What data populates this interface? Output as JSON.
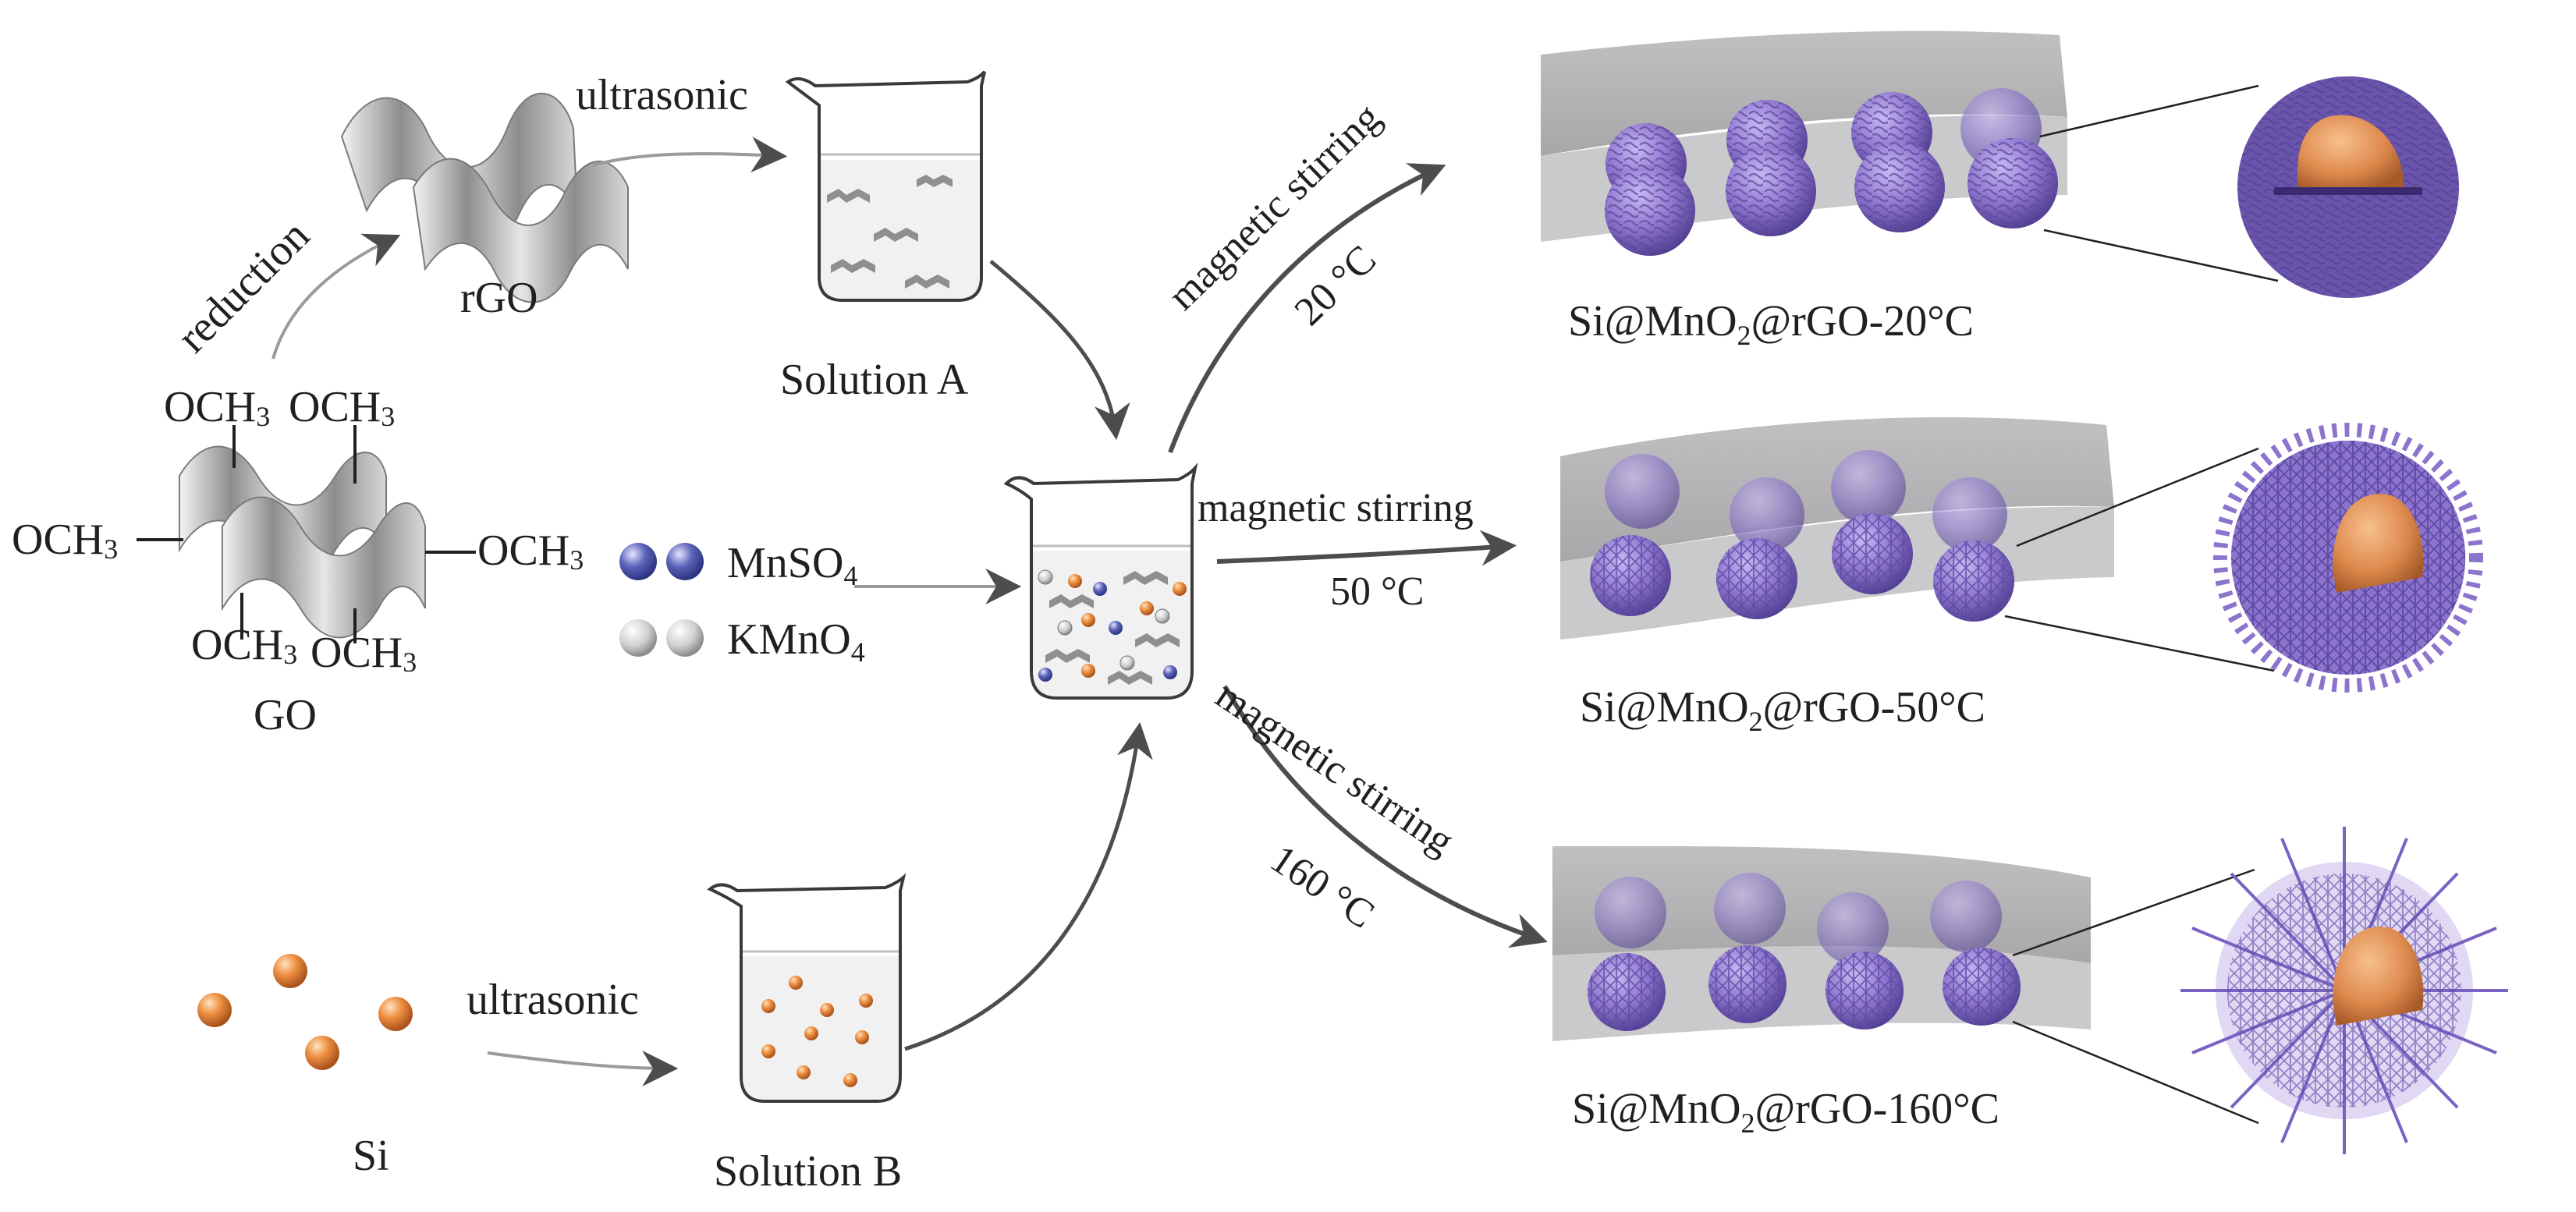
{
  "labels": {
    "rgo": "rGO",
    "go": "GO",
    "reduction": "reduction",
    "ultrasonic_a": "ultrasonic",
    "ultrasonic_b": "ultrasonic",
    "solution_a": "Solution A",
    "solution_b": "Solution B",
    "si": "Si",
    "och3": "OCH",
    "three": "3"
  },
  "reagents": [
    {
      "name": "MnSO",
      "sub": "4",
      "color": "#5a63b8"
    },
    {
      "name": "KMnO",
      "sub": "4",
      "color": "#c8c8c8"
    }
  ],
  "routes": [
    {
      "condition": "magnetic stirring",
      "temperature": "20 °C",
      "product_pre": "Si@MnO",
      "product_sub": "2",
      "product_post": "@rGO-20°C"
    },
    {
      "condition": "magnetic stirring",
      "temperature": "50 °C",
      "product_pre": "Si@MnO",
      "product_sub": "2",
      "product_post": "@rGO-50°C"
    },
    {
      "condition": "magnetic stirring",
      "temperature": "160 °C",
      "product_pre": "Si@MnO",
      "product_sub": "2",
      "product_post": "@rGO-160°C"
    }
  ],
  "colors": {
    "sheet": "#9a9a9c",
    "sheet_light": "#d2d2d4",
    "mno2": "#8c78c8",
    "silicon": "#e98a3a",
    "arrow": "#4d4d4d"
  }
}
